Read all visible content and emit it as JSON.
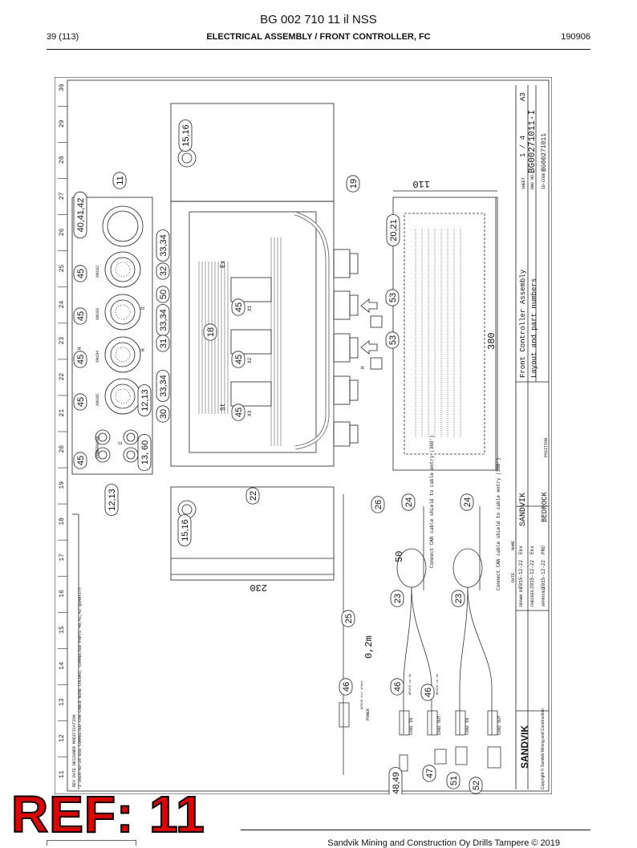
{
  "header": {
    "title": "BG 002 710 11 il NSS",
    "page": "39 (113)",
    "section": "ELECTRICAL ASSEMBLY / FRONT CONTROLLER, FC",
    "code": "190906"
  },
  "drawing": {
    "grid_numbers": [
      "11",
      "12",
      "13",
      "14",
      "15",
      "16",
      "17",
      "18",
      "19",
      "20",
      "21",
      "22",
      "23",
      "24",
      "25",
      "26",
      "27",
      "28",
      "29",
      "30"
    ],
    "callouts": {
      "c11": "11",
      "c15a": "15,16",
      "c15b": "15,16",
      "c19": "19",
      "c20": "20,21",
      "c40": "40,41,42",
      "c45a": "45",
      "c45b": "45",
      "c45c": "45",
      "c45d": "45",
      "c45e": "45",
      "c45x1": "45",
      "c45x2": "45",
      "c45x3": "45",
      "c33a": "33,34",
      "c33b": "33,34",
      "c33c": "33,34",
      "c32": "32",
      "c50": "50",
      "c31": "31",
      "c30": "30",
      "c18": "18",
      "c12a": "12,13",
      "c12b": "12,13",
      "c13": "13, 60",
      "c53a": "53",
      "c53b": "53",
      "c22": "22",
      "c26": "26",
      "c24a": "24",
      "c24b": "24",
      "c23a": "23",
      "c23b": "23",
      "c25": "25",
      "c46a": "46",
      "c46b": "46",
      "c46c": "46",
      "c47": "47",
      "c48": "48,49",
      "c51": "51",
      "c52": "52"
    },
    "connectors": {
      "xn102": "XN102",
      "xn103": "XN103",
      "xn104": "XN104",
      "xn105": "XN105",
      "power_can": "POWER&CAN"
    },
    "plug_labels": {
      "x1": "X1",
      "x2": "X2",
      "x3": "X3",
      "ex": "Ex",
      "st": "St",
      "h1": "H",
      "h2": "H",
      "h3": "H",
      "d1": "D",
      "d2": "D"
    },
    "dimensions": {
      "d110": "110",
      "d380": "380",
      "d230": "230",
      "d50": "50",
      "d02": "0,2m"
    },
    "cable_notes": {
      "note1": "Connect CAN cable shield to cable entry (360°)",
      "note2": "Connect CAN cable shield to cable entry (360°)"
    },
    "cable_labels": {
      "power": "POWER",
      "can1_in": "CAN1 IN",
      "can1_out": "CAN1 OUT",
      "can2_in": "CAN2 IN",
      "can2_out": "CAN2 OUT",
      "w2028": "W2028 1st sheet",
      "w5150a": "W5150 on ##",
      "w5150b": "W5150 on ##"
    },
    "title_block": {
      "sheet_label": "SHEET",
      "sheet": "1 / 4",
      "size": "A3",
      "dwg_label": "DWG NO.",
      "dwg_no": "BG00271011-I",
      "ident_label": "ID-CODE",
      "ident": "BG00271011",
      "title1": "Front Controller Assembly",
      "title2": "Layout and part numbers",
      "position": "POSITION",
      "company": "SANDVIK",
      "project": "BEDROCK",
      "drawn_label": "DRAWN BY",
      "drawn_date": "2015-12-22",
      "drawn_name": "Ekv",
      "checked_label": "CHECKED",
      "checked_date": "2015-12-22",
      "checked_name": "Ekv",
      "approved_label": "APPROVED",
      "approved_date": "2015-12-22",
      "approved_name": "PRO",
      "date_label": "DATE",
      "name_label": "NAME",
      "copyright": "Copyright © Sandvik Mining and Construction",
      "rev_header": "REV DATE  DESIGNER  MODIFICATION",
      "rev_row": "1  2016-02-25 ESU  CORRECTED CAN CABLE WIRE COLORS, CORRECTED PARTS 40,41,42 QUANTITY"
    }
  },
  "ref_label": "REF: 11",
  "footer": {
    "text": "Sandvik Mining and Construction Oy Drills Tampere © 2019"
  }
}
